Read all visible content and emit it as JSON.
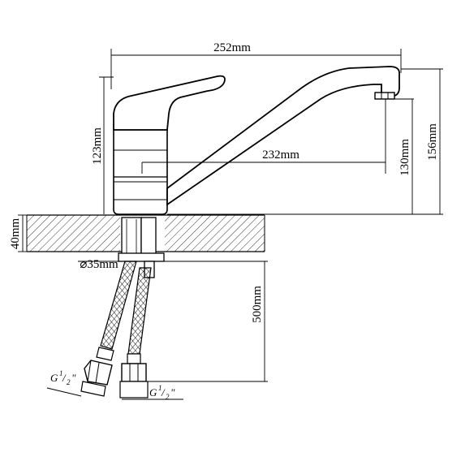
{
  "drawing": {
    "dimensions": {
      "spout_reach": "252mm",
      "spout_to_body": "232mm",
      "body_height": "123mm",
      "outlet_height": "130mm",
      "total_height": "156mm",
      "counter_thickness": "40mm",
      "hole_diameter": "⌀35mm",
      "hose_length": "500mm"
    },
    "thread": {
      "prefix": "G",
      "numerator": "1",
      "denominator": "2",
      "suffix": "\""
    }
  }
}
